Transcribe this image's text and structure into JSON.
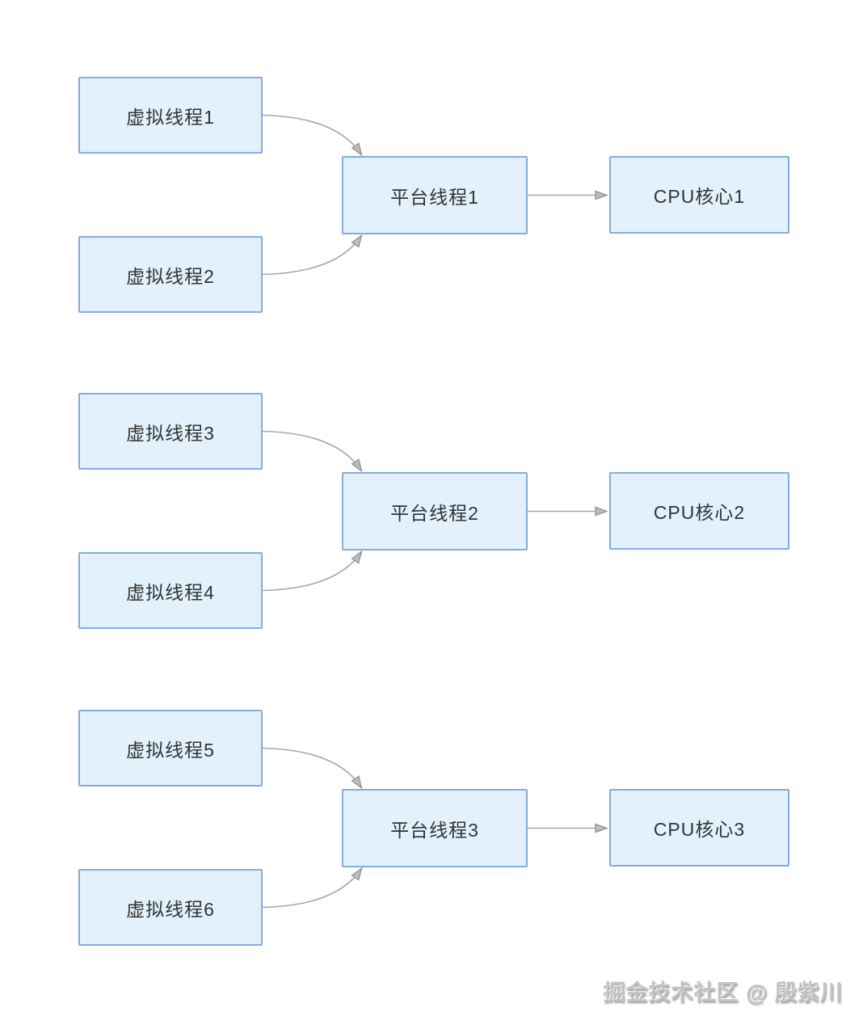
{
  "diagram": {
    "groups": [
      {
        "virtual_threads": [
          "虚拟线程1",
          "虚拟线程2"
        ],
        "platform_thread": "平台线程1",
        "cpu_core": "CPU核心1"
      },
      {
        "virtual_threads": [
          "虚拟线程3",
          "虚拟线程4"
        ],
        "platform_thread": "平台线程2",
        "cpu_core": "CPU核心2"
      },
      {
        "virtual_threads": [
          "虚拟线程5",
          "虚拟线程6"
        ],
        "platform_thread": "平台线程3",
        "cpu_core": "CPU核心3"
      }
    ]
  },
  "watermark": {
    "text": "掘金技术社区 @ 殷紫川"
  },
  "colors": {
    "background": "#ffffff",
    "box_fill": "#e2f1fb",
    "box_border": "#85acde",
    "box_text": "#333333",
    "connector_line": "#a8a8a8",
    "arrowhead_fill": "#bdbdbd",
    "arrowhead_stroke": "#8c8c8c",
    "watermark_text": "#c3c3c3"
  }
}
